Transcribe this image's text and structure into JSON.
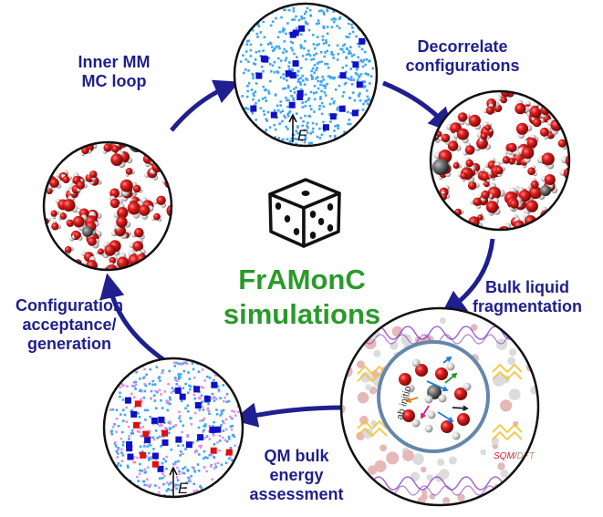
{
  "title": {
    "line1": "FrAMonC",
    "line2": "simulations"
  },
  "steps": {
    "inner_loop": {
      "line1": "Inner MM",
      "line2": "MC  loop"
    },
    "decorrelate": {
      "line1": "Decorrelate",
      "line2": "configurations"
    },
    "fragmentation": {
      "line1": "Bulk  liquid",
      "line2": "fragmentation"
    },
    "qm_energy": {
      "line1": "QM  bulk",
      "line2": "energy",
      "line3": "assessment"
    },
    "acceptance": {
      "line1": "Configuration",
      "line2": "acceptance/",
      "line3": "generation"
    }
  },
  "axis_label": "E",
  "fragment_panel": {
    "method_left": "SQM",
    "separator": "/",
    "method_right": "DFT",
    "inner_label": "ab initio"
  },
  "icons": [
    "dice-icon",
    "cycle-arrow-icon"
  ],
  "colors": {
    "label_blue": "#1f1f8f",
    "title_green": "#2a9a2a",
    "arrow_navy": "#1f1f8f",
    "water_oxygen": "#c8161b",
    "water_hydrogen": "#d9d9d9",
    "scatter_light": "#3fa6f5",
    "scatter_dark": "#1010c8",
    "scatter_pink": "#e58ee0",
    "scatter_red": "#e01010"
  }
}
